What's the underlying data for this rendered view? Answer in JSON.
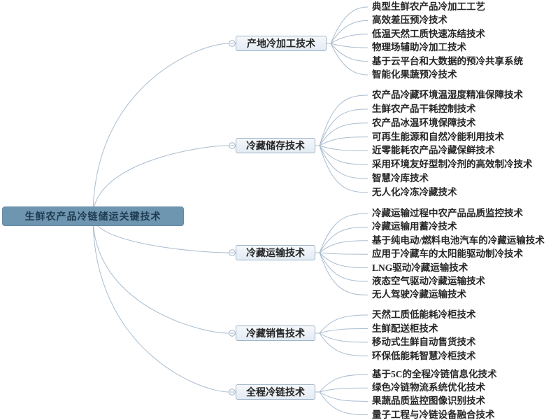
{
  "root": {
    "label": "生鲜农产品冷链储运关键技术"
  },
  "branches": [
    {
      "label": "产地冷加工技术",
      "children": [
        "典型生鲜农产品冷加工工艺",
        "高效差压预冷技术",
        "低温天然工质快速冻结技术",
        "物理场辅助冷加工技术",
        "基于云平台和大数据的预冷共享系统",
        "智能化果蔬预冷技术"
      ]
    },
    {
      "label": "冷藏储存技术",
      "children": [
        "农产品冷藏环境温湿度精准保障技术",
        "生鲜农产品干耗控制技术",
        "农产品冰温环境保障技术",
        "可再生能源和自然冷能利用技术",
        "近零能耗农产品冷藏保鲜技术",
        "采用环境友好型制冷剂的高效制冷技术",
        "智慧冷库技术",
        "无人化冷冻冷藏技术"
      ]
    },
    {
      "label": "冷藏运输技术",
      "children": [
        "冷藏运输过程中农产品品质监控技术",
        "冷藏运输用蓄冷技术",
        "基于纯电动/燃料电池汽车的冷藏运输技术",
        "应用于冷藏车的太阳能驱动制冷技术",
        "LNG驱动冷藏运输技术",
        "液态空气驱动冷藏运输技术",
        "无人驾驶冷藏运输技术"
      ]
    },
    {
      "label": "冷藏销售技术",
      "children": [
        "天然工质低能耗冷柜技术",
        "生鲜配送柜技术",
        "移动式生鲜自动售货技术",
        "环保低能耗智慧冷柜技术"
      ]
    },
    {
      "label": "全程冷链技术",
      "children": [
        "基于5C的全程冷链信息化技术",
        "绿色冷链物流系统优化技术",
        "果蔬品质监控图像识别技术",
        "量子工程与冷链设备融合技术"
      ]
    }
  ],
  "colors": {
    "root_fill": "#6f96b1",
    "root_border": "#6389a4",
    "root_text": "#203c52",
    "branch_border": "#9fb4c8",
    "branch_fill_top": "#f5f8fb",
    "branch_fill_bottom": "#e3ebf3",
    "line": "#a9bccf",
    "text": "#262626"
  }
}
